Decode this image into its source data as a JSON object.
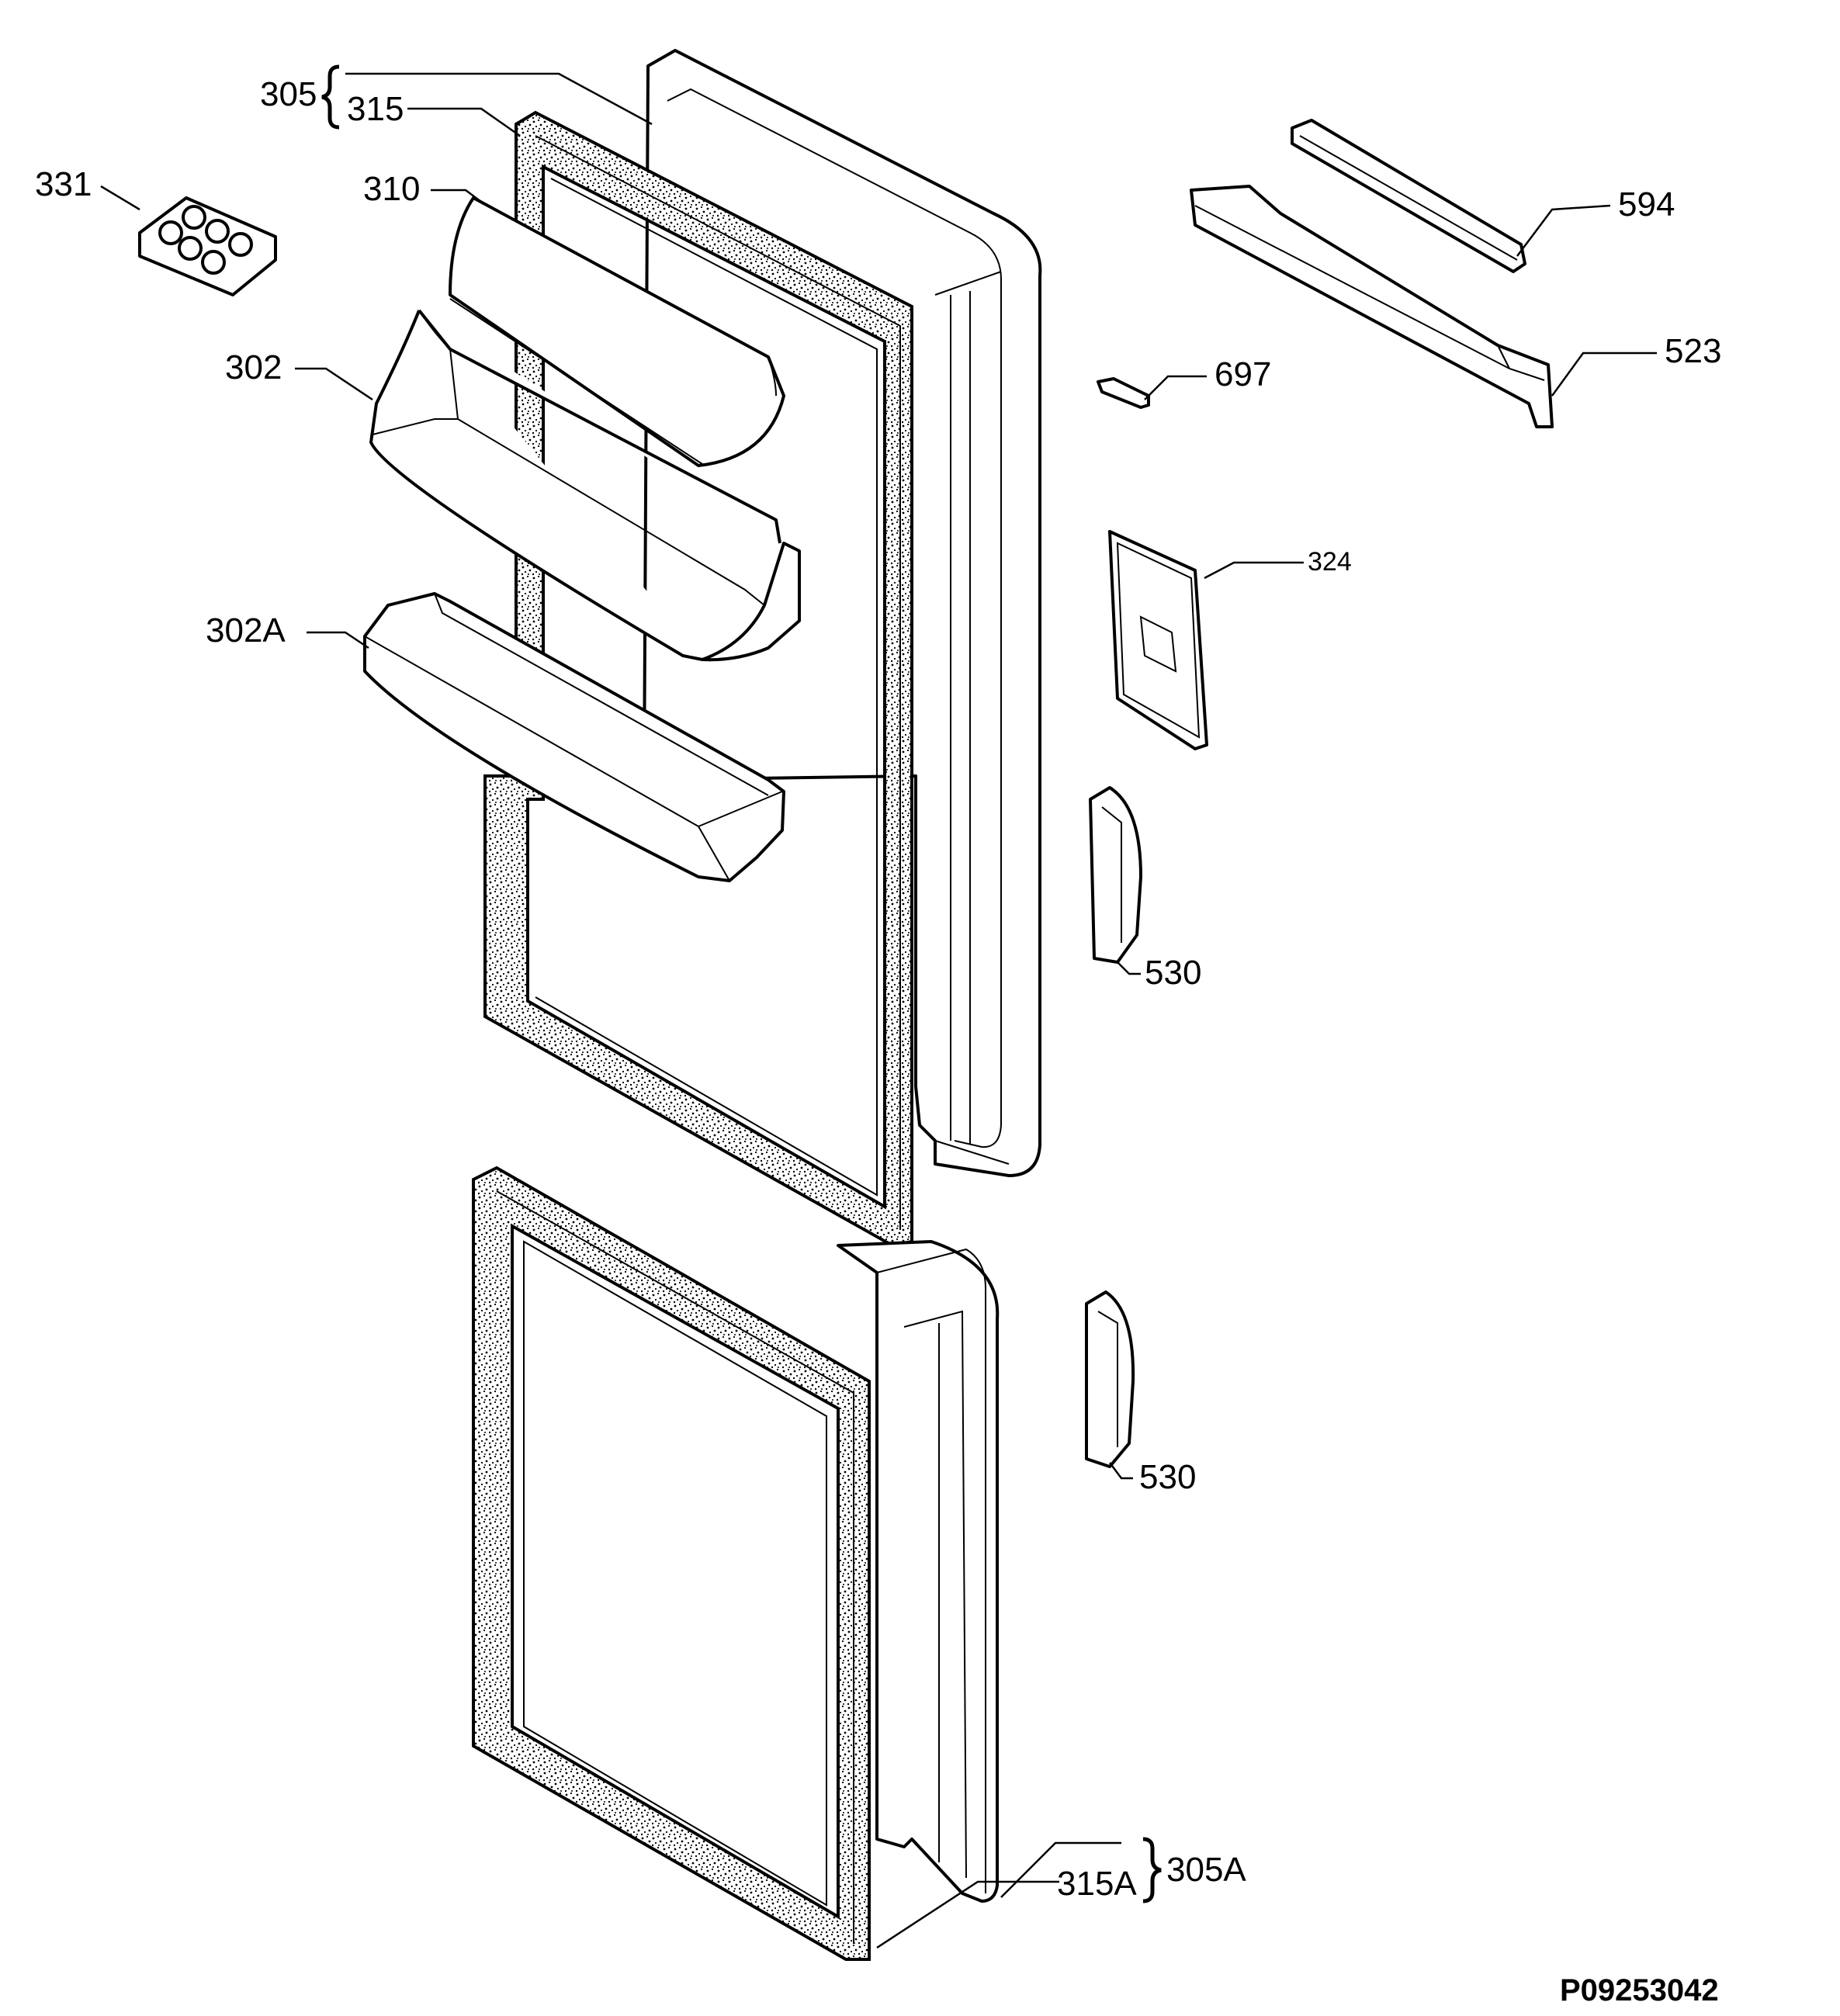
{
  "figure": {
    "id": "P09253042",
    "labels": [
      {
        "key": "305",
        "text": "305"
      },
      {
        "key": "315",
        "text": "315"
      },
      {
        "key": "331",
        "text": "331"
      },
      {
        "key": "310",
        "text": "310"
      },
      {
        "key": "302",
        "text": "302"
      },
      {
        "key": "302A",
        "text": "302A"
      },
      {
        "key": "594",
        "text": "594"
      },
      {
        "key": "523",
        "text": "523"
      },
      {
        "key": "697",
        "text": "697"
      },
      {
        "key": "324",
        "text": "324"
      },
      {
        "key": "530a",
        "text": "530"
      },
      {
        "key": "530b",
        "text": "530"
      },
      {
        "key": "305A",
        "text": "305A"
      },
      {
        "key": "315A",
        "text": "315A"
      }
    ]
  }
}
